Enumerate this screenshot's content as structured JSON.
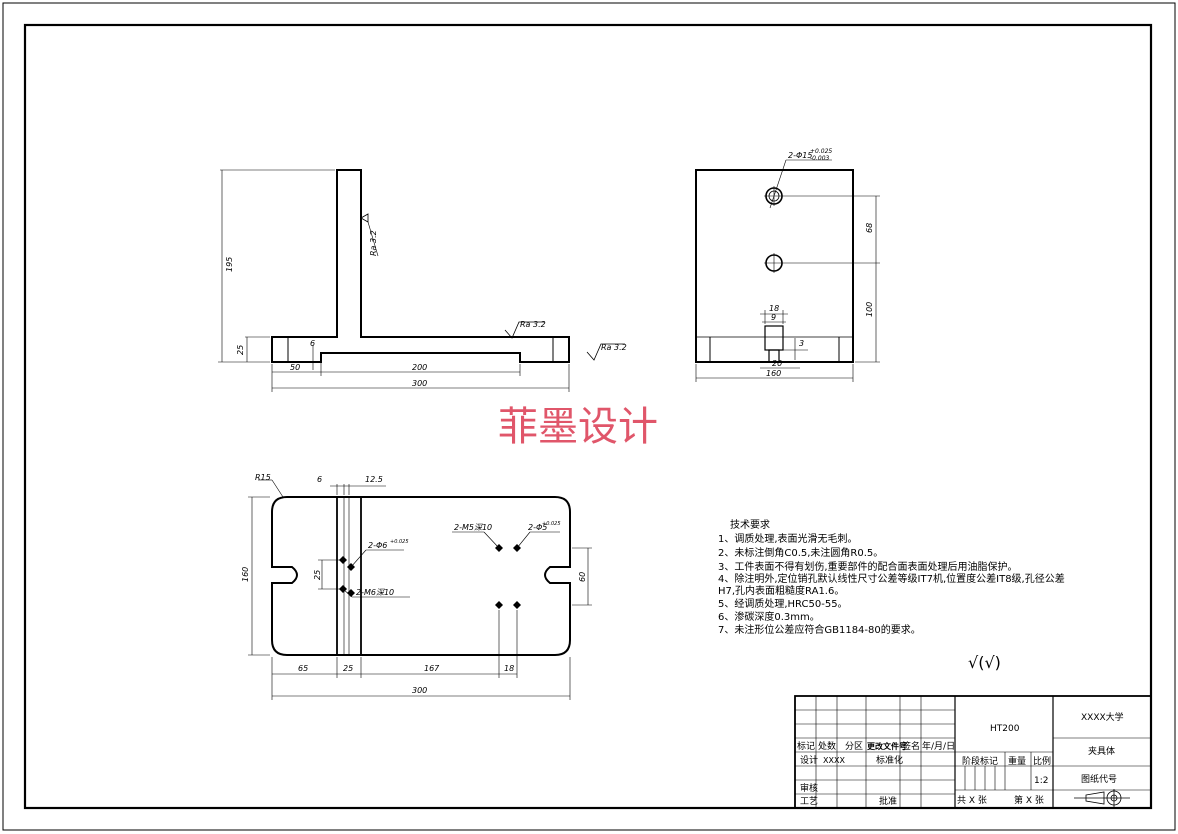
{
  "watermark": "菲墨设计",
  "front_view": {
    "height_dim": "195",
    "base_height_dim": "25",
    "left_dim": "50",
    "middle_dim": "200",
    "total_dim": "300",
    "small_dim": "6",
    "roughness_vertical": "Ra 3.2",
    "roughness_top": "Ra 3.2",
    "roughness_right": "Ra 3.2"
  },
  "side_view": {
    "hole_callout": "2-Φ15",
    "hole_tol_upper": "+0.025",
    "hole_tol_lower": "-0.003",
    "hole_spacing_dim": "68",
    "height_dim": "100",
    "slot_dim_a": "18",
    "slot_dim_b": "9",
    "slot_depth_dim": "3",
    "slot_width_dim": "20",
    "width_dim": "160"
  },
  "top_view": {
    "radius": "R15",
    "dim_6": "6",
    "dim_12_5": "12.5",
    "dim_160": "160",
    "dim_25_vertical": "25",
    "dim_60": "60",
    "dim_65": "65",
    "dim_25": "25",
    "dim_167": "167",
    "dim_18": "18",
    "total": "300",
    "hole_callout_1": "2-Φ6",
    "hole_callout_1_tol": "+0.025",
    "hole_callout_2": "2-M6深10",
    "hole_callout_3": "2-M5深10",
    "hole_callout_4": "2-Φ5",
    "hole_callout_4_tol": "+0.025"
  },
  "tech_requirements": {
    "title": "技术要求",
    "items": [
      "1、调质处理,表面光滑无毛刺。",
      "2、未标注倒角C0.5,未注圆角R0.5。",
      "3、工件表面不得有划伤,重要部件的配合面表面处理后用油脂保护。",
      "4、除注明外,定位销孔默认线性尺寸公差等级IT7机,位置度公差IT8级,孔径公差",
      "H7,孔内表面粗糙度RA1.6。",
      "5、经调质处理,HRC50-55。",
      "6、渗碳深度0.3mm。",
      "7、未注形位公差应符合GB1184-80的要求。"
    ],
    "surface_symbol": "√(√)"
  },
  "title_block": {
    "material": "HT200",
    "school": "XXXX大学",
    "part_name": "夹具体",
    "drawing_code": "图纸代号",
    "scale": "1:2",
    "row_labels": [
      "标记",
      "处数",
      "分区",
      "更改文件号",
      "签名",
      "年/月/日"
    ],
    "design_label": "设计",
    "design_value": "XXXX",
    "standardize_label": "标准化",
    "review_label": "审核",
    "process_label": "工艺",
    "approve_label": "批准",
    "stage_label": "阶段标记",
    "weight_label": "重量",
    "ratio_label": "比例",
    "sheets_total": "共 X 张",
    "sheet_no": "第 X 张"
  }
}
